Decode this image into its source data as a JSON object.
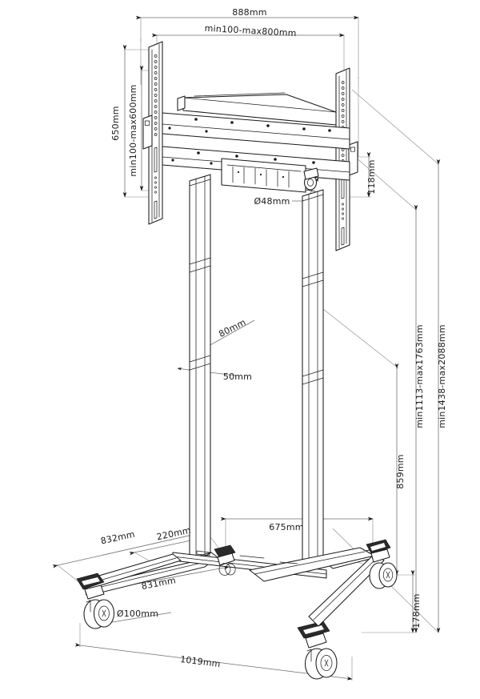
{
  "drawing": {
    "title": "Height-adjustable mobile display trolley - dimensioned isometric drawing",
    "background_color": "#ffffff",
    "line_color": "#1a1a1a",
    "dimension_line_color": "#6b6b6b",
    "units": "mm",
    "projection": "isometric"
  },
  "dimensions": {
    "overall_width": "888mm",
    "bracket_width_range": "min100-max800mm",
    "bracket_height": "650mm",
    "bracket_height_range": "min100-max600mm",
    "bracket_depth": "118mm",
    "tube_diameter": "Ø48mm",
    "column_depth": "80mm",
    "column_width": "50mm",
    "total_height_range": "min1438-max2088mm",
    "screen_centre_height_range": "min1113-max1763mm",
    "column_height": "859mm",
    "base_to_column_offset": "675mm",
    "base_leg_length": "832mm",
    "base_leg_inset": "220mm",
    "caster_diameter": "Ø100mm",
    "base_depth": "831mm",
    "caster_height": "178mm",
    "base_overall_length": "1019mm"
  },
  "labels": [
    {
      "id": "overall-width",
      "text": "888mm"
    },
    {
      "id": "bracket-width-range",
      "text": "min100-max800mm"
    },
    {
      "id": "bracket-height",
      "text": "650mm"
    },
    {
      "id": "bracket-height-range",
      "text": "min100-max600mm"
    },
    {
      "id": "bracket-depth",
      "text": "118mm"
    },
    {
      "id": "tube-diameter",
      "text": "Ø48mm"
    },
    {
      "id": "column-depth",
      "text": "80mm"
    },
    {
      "id": "column-width",
      "text": "50mm"
    },
    {
      "id": "total-height-range",
      "text": "min1438-max2088mm"
    },
    {
      "id": "screen-height-range",
      "text": "min1113-max1763mm"
    },
    {
      "id": "column-height",
      "text": "859mm"
    },
    {
      "id": "base-column-offset",
      "text": "675mm"
    },
    {
      "id": "base-leg-length",
      "text": "832mm"
    },
    {
      "id": "base-leg-inset",
      "text": "220mm"
    },
    {
      "id": "caster-diameter",
      "text": "Ø100mm"
    },
    {
      "id": "base-depth",
      "text": "831mm"
    },
    {
      "id": "caster-height",
      "text": "178mm"
    },
    {
      "id": "base-overall-length",
      "text": "1019mm"
    }
  ]
}
